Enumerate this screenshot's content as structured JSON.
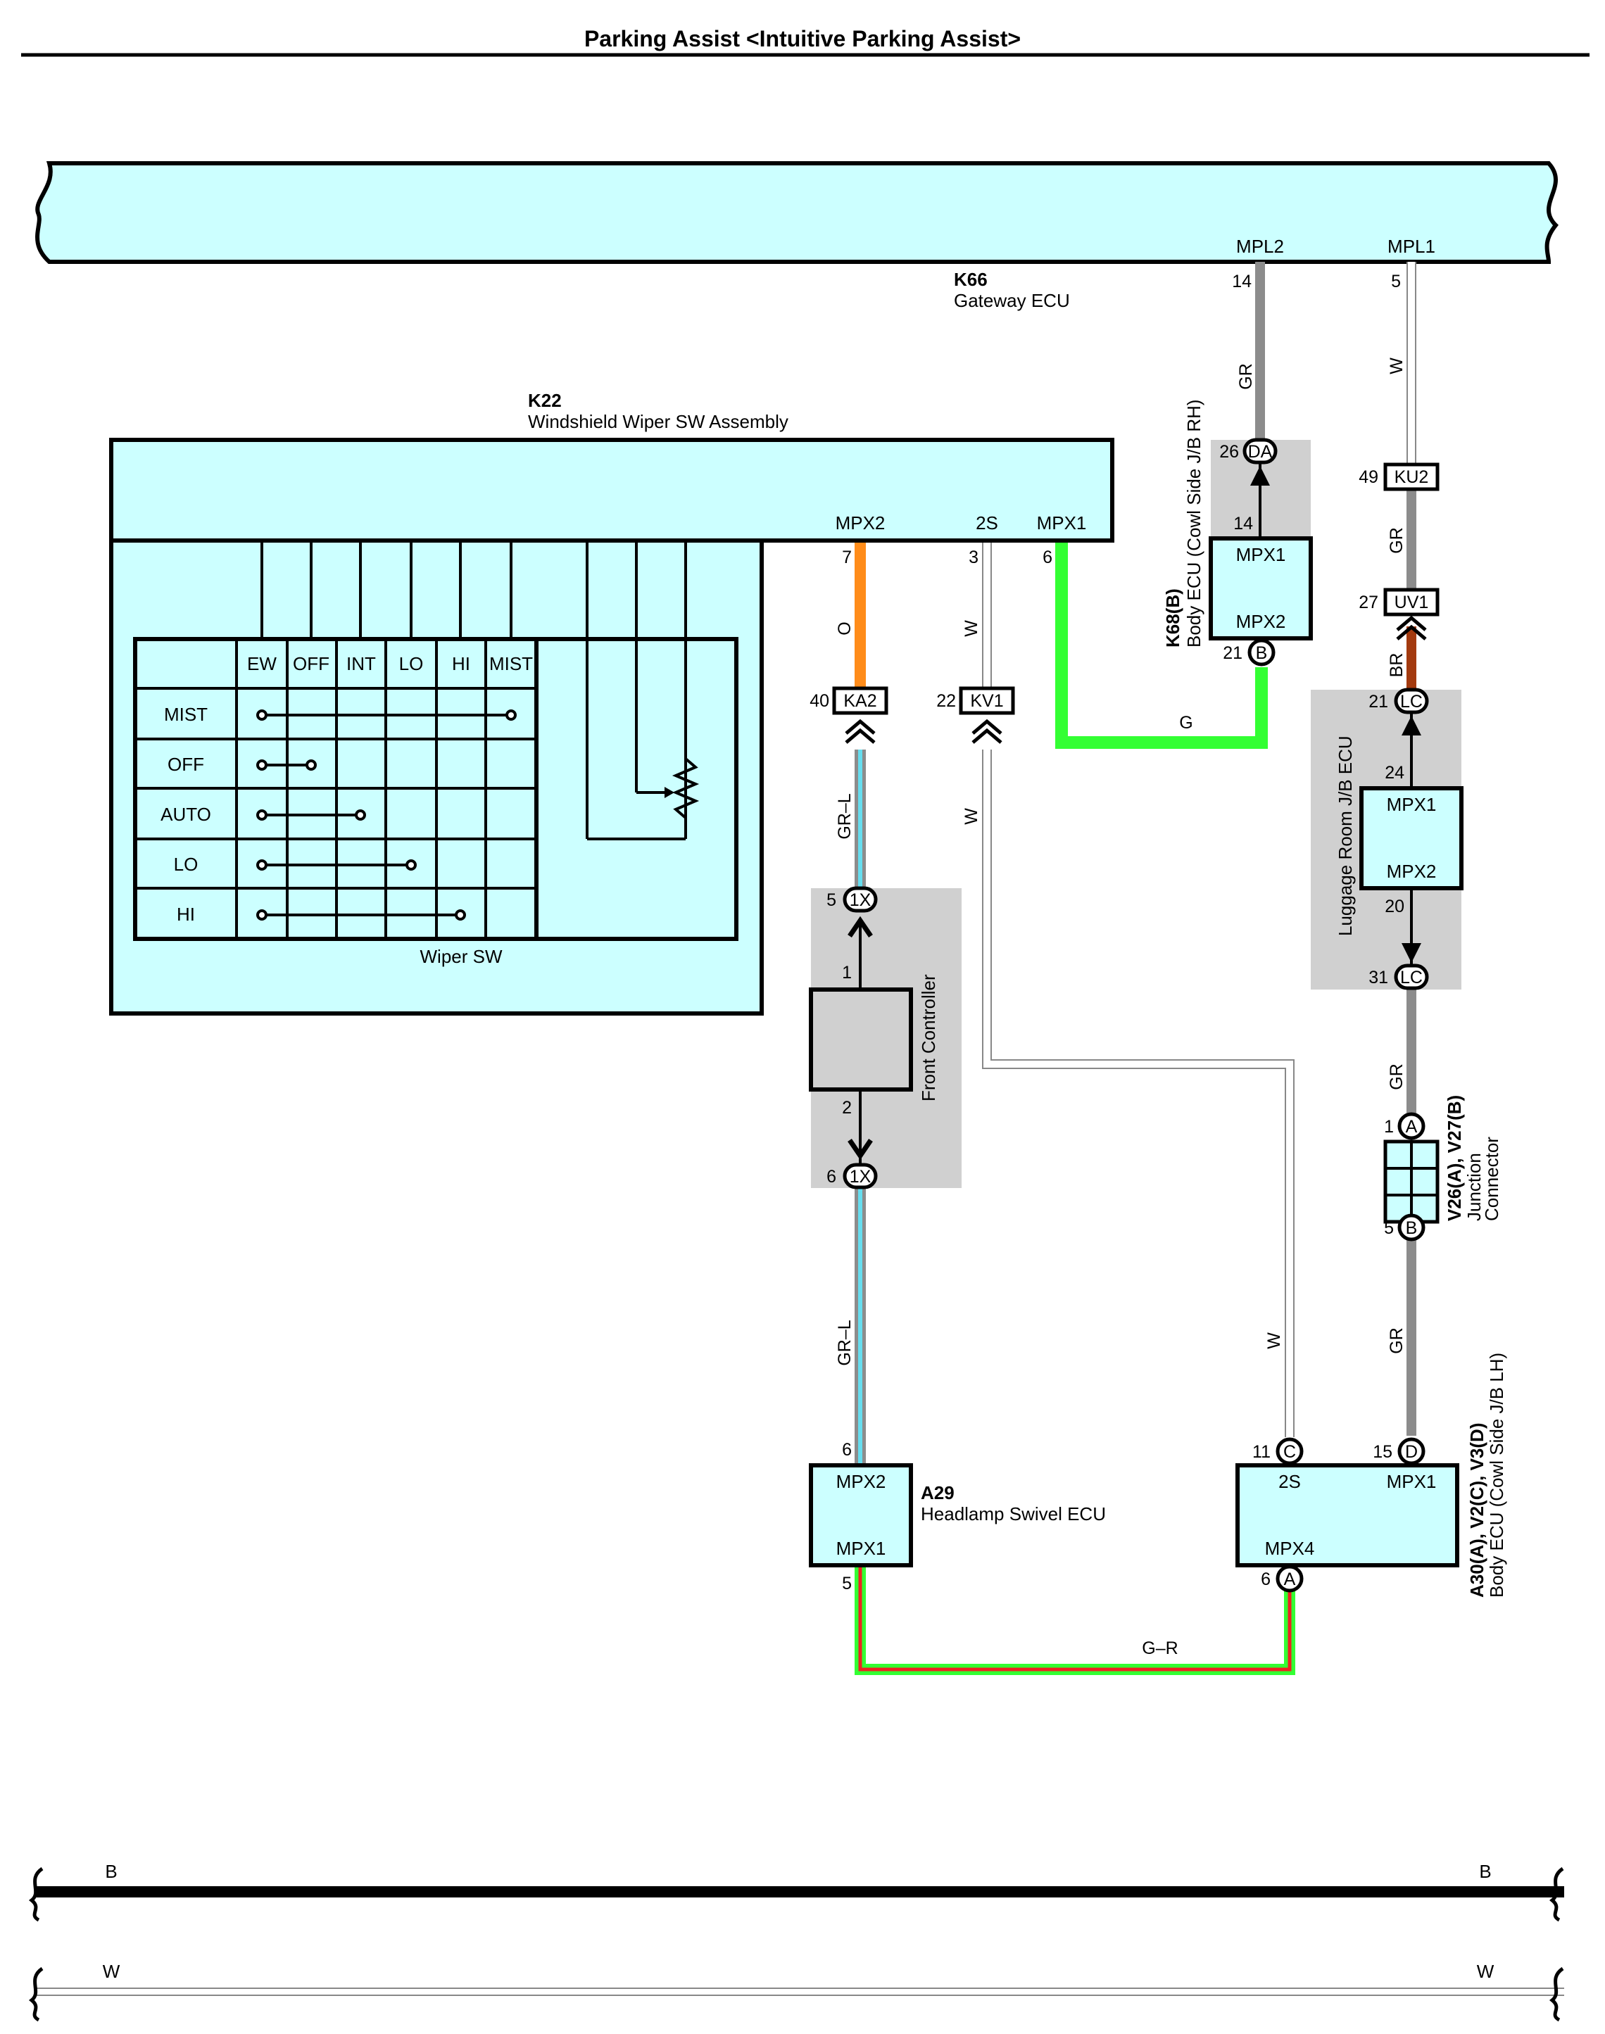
{
  "page": {
    "title": "Parking Assist <Intuitive Parking Assist>"
  },
  "colors": {
    "component_fill": "#ccffff",
    "junction_fill": "#d0d0d0",
    "wire_orange": "#ff8c1a",
    "wire_green": "#33ff33",
    "wire_gray": "#8c8c8c",
    "wire_brown": "#a33a0f",
    "wire_cyan": "#66ddee",
    "wire_red": "#ee2222",
    "outline": "#000000"
  },
  "components": {
    "gateway": {
      "code": "K66",
      "name": "Gateway ECU",
      "pin_mpl2": "MPL2",
      "pin_mpl1": "MPL1",
      "pin_mpl2_no": "14",
      "pin_mpl1_no": "5"
    },
    "wiper": {
      "code": "K22",
      "name": "Windshield Wiper SW Assembly",
      "pin_mpx2": "MPX2",
      "pin_2s": "2S",
      "pin_mpx1": "MPX1",
      "pin_mpx2_no": "7",
      "pin_2s_no": "3",
      "pin_mpx1_no": "6",
      "sub_label": "Wiper SW"
    },
    "body_ecu_rh": {
      "code": "K68(B)",
      "name": "Body ECU (Cowl Side J/B RH)",
      "pin_top": "MPX1",
      "pin_bottom": "MPX2",
      "pin_top_no": "14",
      "pin_bottom_no": "21",
      "pin_bottom_letter": "B",
      "conn_pin_no": "26",
      "conn_code": "DA"
    },
    "luggage": {
      "name": "Luggage Room J/B ECU",
      "pin_top": "MPX1",
      "pin_bottom": "MPX2",
      "pin_top_no": "24",
      "pin_bottom_no": "20",
      "conn_top_no": "21",
      "conn_top_code": "LC",
      "conn_bottom_no": "31",
      "conn_bottom_code": "LC"
    },
    "front_ctrl": {
      "name": "Front Controller",
      "pin_top_no": "1",
      "pin_bottom_no": "2",
      "conn_top_no": "5",
      "conn_top_code": "1X",
      "conn_bottom_no": "6",
      "conn_bottom_code": "1X"
    },
    "junction": {
      "code": "V26(A), V27(B)",
      "line1": "Junction",
      "line2": "Connector",
      "pin_top_no": "1",
      "pin_top_letter": "A",
      "pin_bottom_no": "5",
      "pin_bottom_letter": "B"
    },
    "headlamp": {
      "code": "A29",
      "name": "Headlamp Swivel ECU",
      "pin_top": "MPX2",
      "pin_bottom": "MPX1",
      "pin_top_no": "6",
      "pin_bottom_no": "5"
    },
    "body_ecu_lh": {
      "code": "A30(A), V2(C), V3(D)",
      "name": "Body ECU (Cowl Side J/B LH)",
      "pin_2s": "2S",
      "pin_mpx1": "MPX1",
      "pin_mpx4": "MPX4",
      "pin_2s_no": "11",
      "pin_2s_letter": "C",
      "pin_mpx1_no": "15",
      "pin_mpx1_letter": "D",
      "pin_mpx4_no": "6",
      "pin_mpx4_letter": "A"
    }
  },
  "connectors": {
    "ku2": {
      "pin": "49",
      "code": "KU2"
    },
    "uv1": {
      "pin": "27",
      "code": "UV1"
    },
    "ka2": {
      "pin": "40",
      "code": "KA2"
    },
    "kv1": {
      "pin": "22",
      "code": "KV1"
    }
  },
  "wires": {
    "gr_gw": "GR",
    "w_gw": "W",
    "gr_ku2": "GR",
    "br_uv1": "BR",
    "o_wiper": "O",
    "w_wiper": "W",
    "g_body": "G",
    "grl_upper": "GR–L",
    "w_kv1": "W",
    "gr_lc": "GR",
    "grl_lower": "GR–L",
    "w_lower": "W",
    "gr_lower": "GR",
    "gr_bottom": "G–R"
  },
  "switch_table": {
    "columns": [
      "EW",
      "OFF",
      "INT",
      "LO",
      "HI",
      "MIST"
    ],
    "rows": [
      "MIST",
      "OFF",
      "AUTO",
      "LO",
      "HI"
    ]
  },
  "buses": {
    "b_left": "B",
    "b_right": "B",
    "w_left": "W",
    "w_right": "W"
  }
}
